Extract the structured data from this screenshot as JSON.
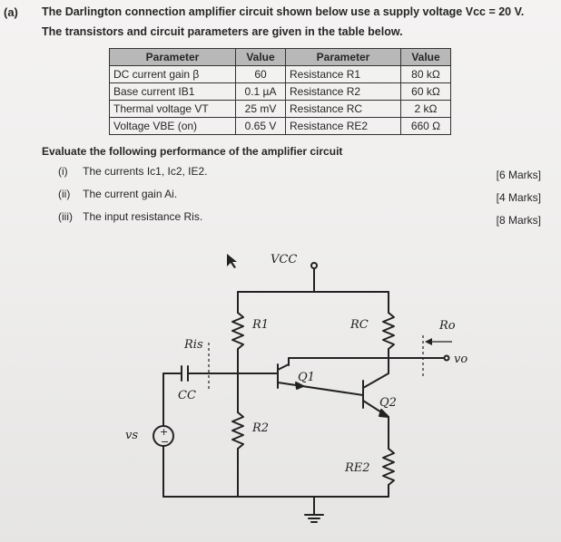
{
  "question": {
    "label": "(a)",
    "line1": "The Darlington connection amplifier circuit shown below use a supply voltage Vcc = 20 V.",
    "line2": "The transistors and circuit parameters are given in the table below."
  },
  "table": {
    "headers": [
      "Parameter",
      "Value",
      "Parameter",
      "Value"
    ],
    "rows": [
      [
        "DC current gain β",
        "60",
        "Resistance R1",
        "80 kΩ"
      ],
      [
        "Base current IB1",
        "0.1 µA",
        "Resistance R2",
        "60 kΩ"
      ],
      [
        "Thermal voltage VT",
        "25 mV",
        "Resistance RC",
        "2 kΩ"
      ],
      [
        "Voltage VBE (on)",
        "0.65 V",
        "Resistance RE2",
        "660 Ω"
      ]
    ]
  },
  "evaluate": "Evaluate the following performance of the amplifier circuit",
  "items": [
    {
      "num": "(i)",
      "text": "The currents Ic1, Ic2, IE2.",
      "marks": "[6 Marks]"
    },
    {
      "num": "(ii)",
      "text": "The current gain Ai.",
      "marks": "[4 Marks]"
    },
    {
      "num": "(iii)",
      "text": "The input resistance Ris.",
      "marks": "[8 Marks]"
    }
  ],
  "circuit": {
    "vcc": "VCC",
    "r1": "R1",
    "rc": "RC",
    "ro": "Ro",
    "vo": "vo",
    "ris": "Ris",
    "q1": "Q1",
    "cc": "CC",
    "q2": "Q2",
    "r2": "R2",
    "vs": "vs",
    "re2": "RE2"
  }
}
